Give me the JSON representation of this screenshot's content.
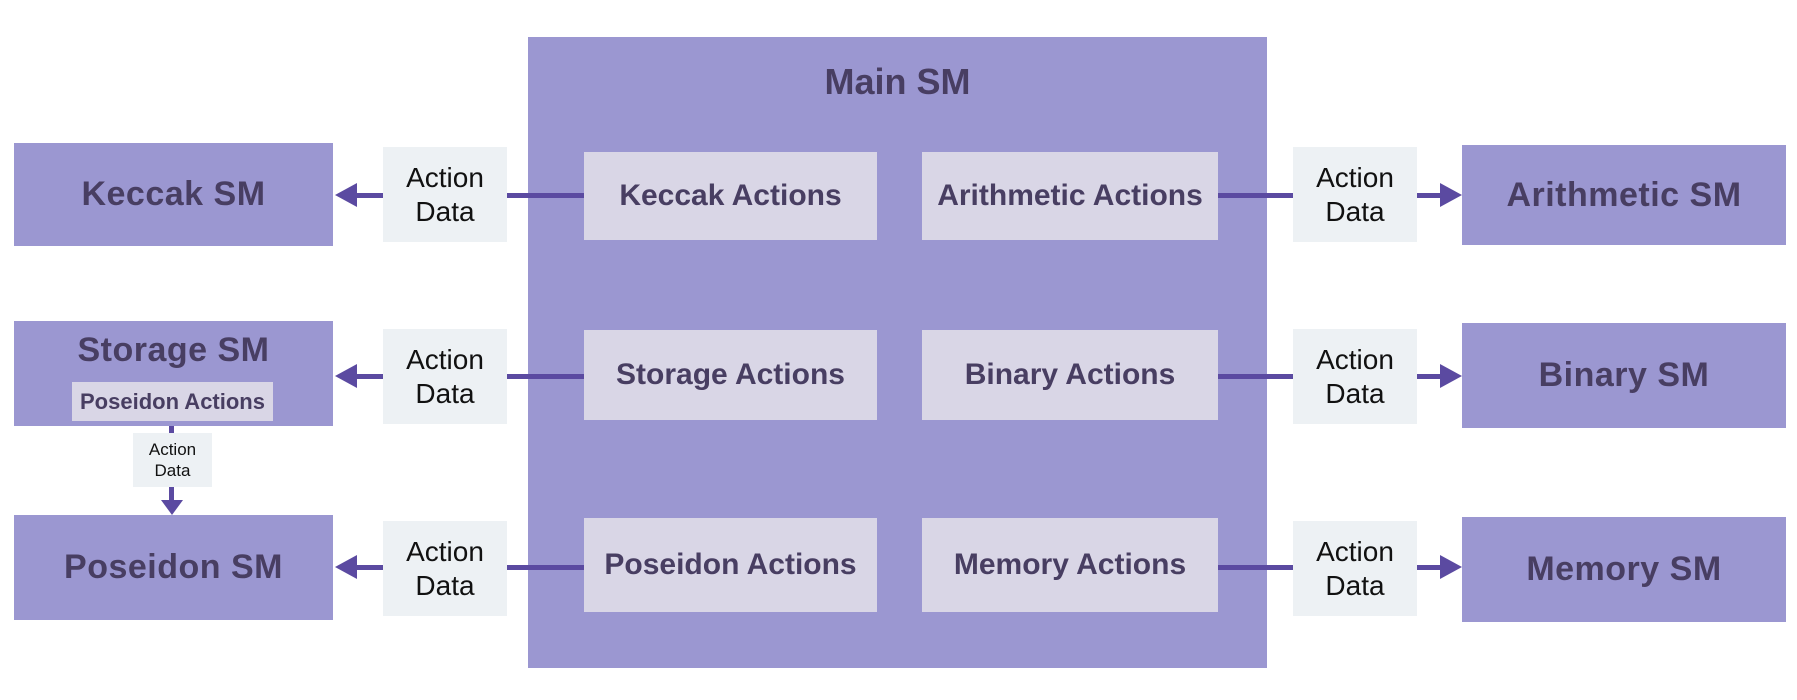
{
  "colors": {
    "sm_box_purple": "#9b97d1",
    "action_box_lavender": "#d9d6e6",
    "action_data_bg": "#edf1f4",
    "arrow_purple": "#5b4aa1",
    "label_dark_purple": "#483e62",
    "action_data_text": "#111111",
    "background": "#ffffff"
  },
  "main_sm": {
    "title": "Main SM",
    "actions": {
      "keccak": "Keccak Actions",
      "arithmetic": "Arithmetic Actions",
      "storage": "Storage Actions",
      "binary": "Binary Actions",
      "poseidon": "Poseidon Actions",
      "memory": "Memory Actions"
    }
  },
  "left_sms": {
    "keccak": {
      "title": "Keccak SM"
    },
    "storage": {
      "title": "Storage SM",
      "sub_action": "Poseidon Actions"
    },
    "poseidon": {
      "title": "Poseidon SM"
    }
  },
  "right_sms": {
    "arithmetic": {
      "title": "Arithmetic SM"
    },
    "binary": {
      "title": "Binary SM"
    },
    "memory": {
      "title": "Memory SM"
    }
  },
  "edge_label": "Action Data"
}
